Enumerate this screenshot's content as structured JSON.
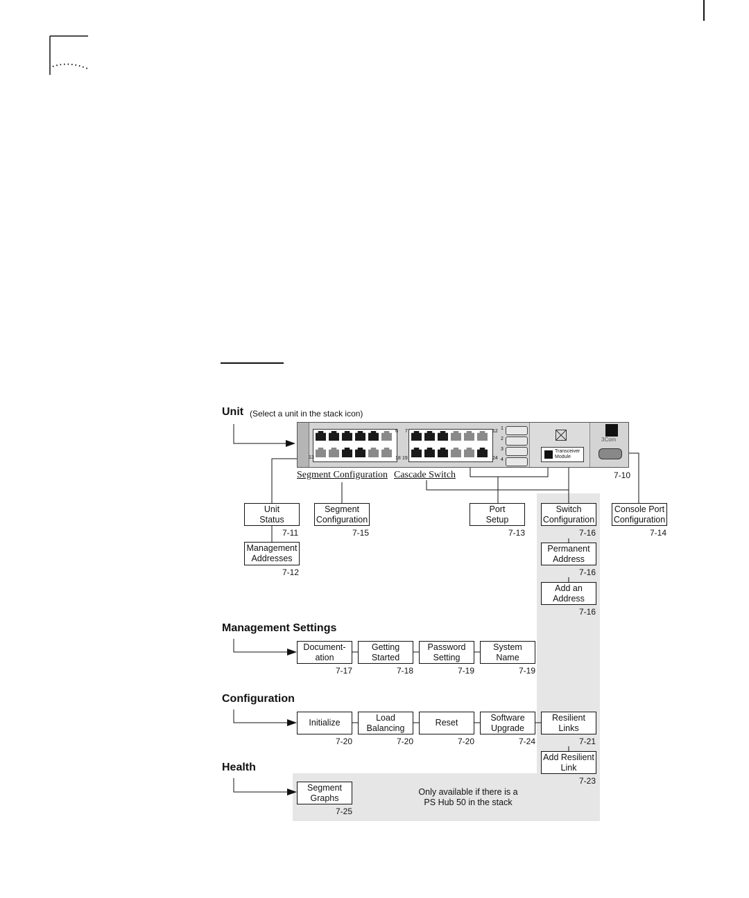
{
  "sections": {
    "unit": "Unit",
    "unit_note": "(Select a unit in the stack icon)",
    "management": "Management Settings",
    "configuration": "Configuration",
    "health": "Health"
  },
  "device": {
    "brand": "3Com",
    "transceiver": "Transceiver Module",
    "port_numbers": [
      "6",
      "7",
      "12",
      "13",
      "18",
      "19",
      "24"
    ],
    "side_buttons": [
      "1",
      "2",
      "3",
      "4"
    ],
    "console_page": "7-10"
  },
  "link_labels": {
    "segment": "Segment Configuration",
    "cascade": "Cascade Switch"
  },
  "boxes": {
    "unit_status": {
      "label": "Unit\nStatus",
      "page": "7-11"
    },
    "management_addresses": {
      "label": "Management\nAddresses",
      "page": "7-12"
    },
    "segment_configuration": {
      "label": "Segment\nConfiguration",
      "page": "7-15"
    },
    "port_setup": {
      "label": "Port\nSetup",
      "page": "7-13"
    },
    "switch_configuration": {
      "label": "Switch\nConfiguration",
      "page": "7-16"
    },
    "permanent_address": {
      "label": "Permanent\nAddress",
      "page": "7-16"
    },
    "add_address": {
      "label": "Add an\nAddress",
      "page": "7-16"
    },
    "console_port": {
      "label": "Console Port\nConfiguration",
      "page": "7-14"
    },
    "documentation": {
      "label": "Document-\nation",
      "page": "7-17"
    },
    "getting_started": {
      "label": "Getting\nStarted",
      "page": "7-18"
    },
    "password_setting": {
      "label": "Password\nSetting",
      "page": "7-19"
    },
    "system_name": {
      "label": "System\nName",
      "page": "7-19"
    },
    "initialize": {
      "label": "Initialize",
      "page": "7-20"
    },
    "load_balancing": {
      "label": "Load\nBalancing",
      "page": "7-20"
    },
    "reset": {
      "label": "Reset",
      "page": "7-20"
    },
    "software_upgrade": {
      "label": "Software\nUpgrade",
      "page": "7-24"
    },
    "resilient_links": {
      "label": "Resilient\nLinks",
      "page": "7-21"
    },
    "add_resilient_link": {
      "label": "Add Resilient\nLink",
      "page": "7-23"
    },
    "segment_graphs": {
      "label": "Segment\nGraphs",
      "page": "7-25"
    }
  },
  "notes": {
    "ps_hub": "Only available if there is a\nPS Hub 50 in the stack"
  },
  "colors": {
    "shade": "#e6e6e6",
    "device_body": "#d4d4d4",
    "port_dark": "#1a1a1a",
    "port_grey": "#8a8a8a"
  }
}
